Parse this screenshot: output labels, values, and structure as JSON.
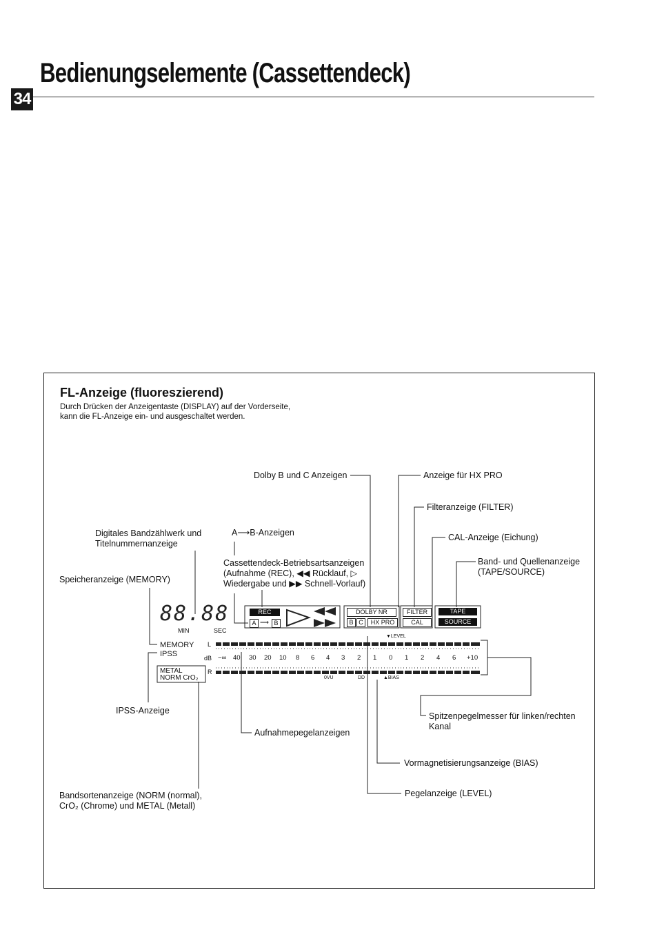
{
  "page": {
    "title": "Bedienungselemente (Cassettendeck)",
    "number": "34"
  },
  "section": {
    "title": "FL-Anzeige (fluoreszierend)",
    "intro_line1": "Durch Drücken der Anzeigentaste (DISPLAY) auf der Vorderseite,",
    "intro_line2": "kann die FL-Anzeige ein- und ausgeschaltet werden."
  },
  "callouts": {
    "dolby": "Dolby B und C Anzeigen",
    "hxpro": "Anzeige für HX PRO",
    "filter": "Filteranzeige (FILTER)",
    "counter_line1": "Digitales Bandzählwerk und",
    "counter_line2": "Titelnummernanzeige",
    "ab": "A⟶B-Anzeigen",
    "cal": "CAL-Anzeige (Eichung)",
    "mode_line1": "Cassettendeck-Betriebsartsanzeigen",
    "mode_line2": "(Aufnahme (REC), ◀◀ Rücklauf, ▷",
    "mode_line3": "Wiedergabe und ▶▶ Schnell-Vorlauf)",
    "tape_line1": "Band- und Quellenanzeige",
    "tape_line2": "(TAPE/SOURCE)",
    "memory": "Speicheranzeige (MEMORY)",
    "ipss": "IPSS-Anzeige",
    "peak_line1": "Spitzenpegelmesser für linken/rechten",
    "peak_line2": "Kanal",
    "rec_level": "Aufnahmepegelanzeigen",
    "bias": "Vormagnetisierungsanzeige (BIAS)",
    "level": "Pegelanzeige (LEVEL)",
    "tapetype_line1": "Bandsortenanzeige (NORM (normal),",
    "tapetype_line2": "CrO₂ (Chrome) und METAL (Metall)"
  },
  "display": {
    "counter": "88.88",
    "min": "MIN",
    "sec": "SEC",
    "rec": "REC",
    "a": "A",
    "b": "B",
    "dolby_nr": "DOLBY NR",
    "b_c": "B",
    "c": "C",
    "hxpro": "HX PRO",
    "filter": "FILTER",
    "cal": "CAL",
    "tape": "TAPE",
    "source": "SOURCE",
    "memory": "MEMORY",
    "ipss": "IPSS",
    "metal": "METAL",
    "normcro2": "NORM CrO₂",
    "l": "L",
    "r": "R",
    "db": "dB",
    "scale": [
      "−∞",
      "40",
      "30",
      "20",
      "10",
      "8",
      "6",
      "4",
      "3",
      "2",
      "1",
      "0",
      "1",
      "2",
      "4",
      "6",
      "+10"
    ],
    "level_mark": "▼LEVEL",
    "ovu": "0VU",
    "dd": "DD",
    "bias_mark": "▲BIAS"
  }
}
